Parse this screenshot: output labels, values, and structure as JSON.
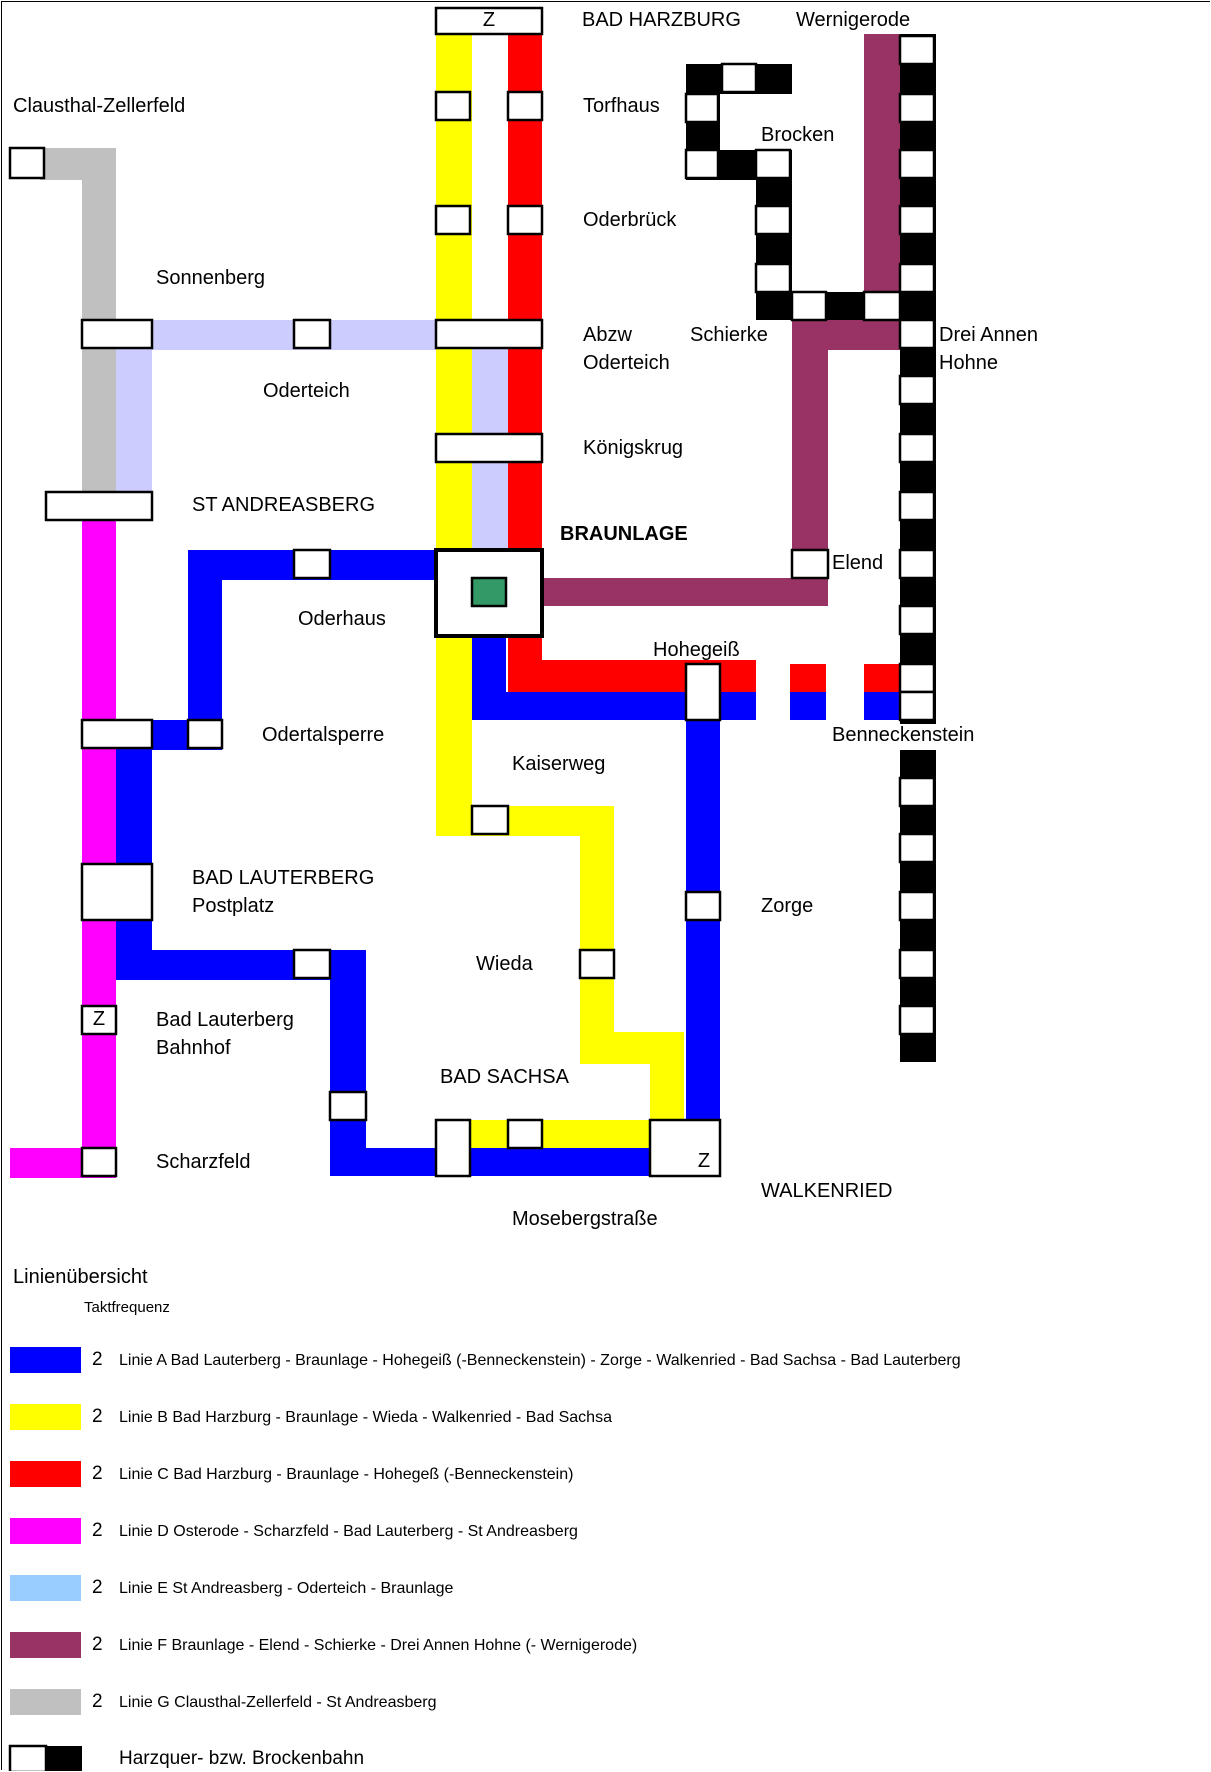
{
  "colors": {
    "A": "#0000ff",
    "B": "#ffff00",
    "C": "#ff0000",
    "D": "#ff00ff",
    "E": "#ccccff",
    "E_legend": "#99ccff",
    "F": "#993366",
    "G": "#c0c0c0",
    "rail": "#000000",
    "braunlage_marker": "#339966"
  },
  "stops": {
    "bad_harzburg": "BAD HARZBURG",
    "wernigerode": "Wernigerode",
    "clausthal": "Clausthal-Zellerfeld",
    "torfhaus": "Torfhaus",
    "brocken": "Brocken",
    "oderbrueck": "Oderbrück",
    "sonnenberg": "Sonnenberg",
    "abzw": "Abzw",
    "oderteich_abzw": "Oderteich",
    "schierke": "Schierke",
    "drei_annen": "Drei Annen",
    "hohne": "Hohne",
    "oderteich": "Oderteich",
    "koenigskrug": "Königskrug",
    "st_andreasberg": "ST ANDREASBERG",
    "braunlage": "BRAUNLAGE",
    "elend": "Elend",
    "oderhaus": "Oderhaus",
    "hohegeiss": "Hohegeiß",
    "odertalsperre": "Odertalsperre",
    "benneckenstein": "Benneckenstein",
    "kaiserweg": "Kaiserweg",
    "bad_lauterberg_postplatz_1": "BAD LAUTERBERG",
    "bad_lauterberg_postplatz_2": "Postplatz",
    "zorge": "Zorge",
    "wieda": "Wieda",
    "bad_lauterberg_bahnhof_1": "Bad Lauterberg",
    "bad_lauterberg_bahnhof_2": "Bahnhof",
    "bad_sachsa": "BAD SACHSA",
    "scharzfeld": "Scharzfeld",
    "walkenried": "WALKENRIED",
    "mosebergstrasse": "Mosebergstraße",
    "z_mark": "Z"
  },
  "legend": {
    "title": "Linienübersicht",
    "subtitle": "Taktfrequenz",
    "lines": [
      {
        "key": "A",
        "freq": "2",
        "text": "Linie A  Bad Lauterberg - Braunlage - Hohegeiß (-Benneckenstein) - Zorge - Walkenried - Bad Sachsa - Bad Lauterberg"
      },
      {
        "key": "B",
        "freq": "2",
        "text": "Linie B  Bad Harzburg - Braunlage - Wieda - Walkenried - Bad Sachsa"
      },
      {
        "key": "C",
        "freq": "2",
        "text": "Linie C  Bad Harzburg - Braunlage - Hohegeß (-Benneckenstein)"
      },
      {
        "key": "D",
        "freq": "2",
        "text": "Linie D  Osterode - Scharzfeld - Bad Lauterberg - St Andreasberg"
      },
      {
        "key": "E",
        "freq": "2",
        "text": "Linie E  St Andreasberg - Oderteich - Braunlage"
      },
      {
        "key": "F",
        "freq": "2",
        "text": "Linie F  Braunlage - Elend - Schierke - Drei Annen Hohne (- Wernigerode)"
      },
      {
        "key": "G",
        "freq": "2",
        "text": "Linie G  Clausthal-Zellerfeld - St Andreasberg"
      }
    ],
    "rail_text": "Harzquer- bzw. Brockenbahn"
  }
}
